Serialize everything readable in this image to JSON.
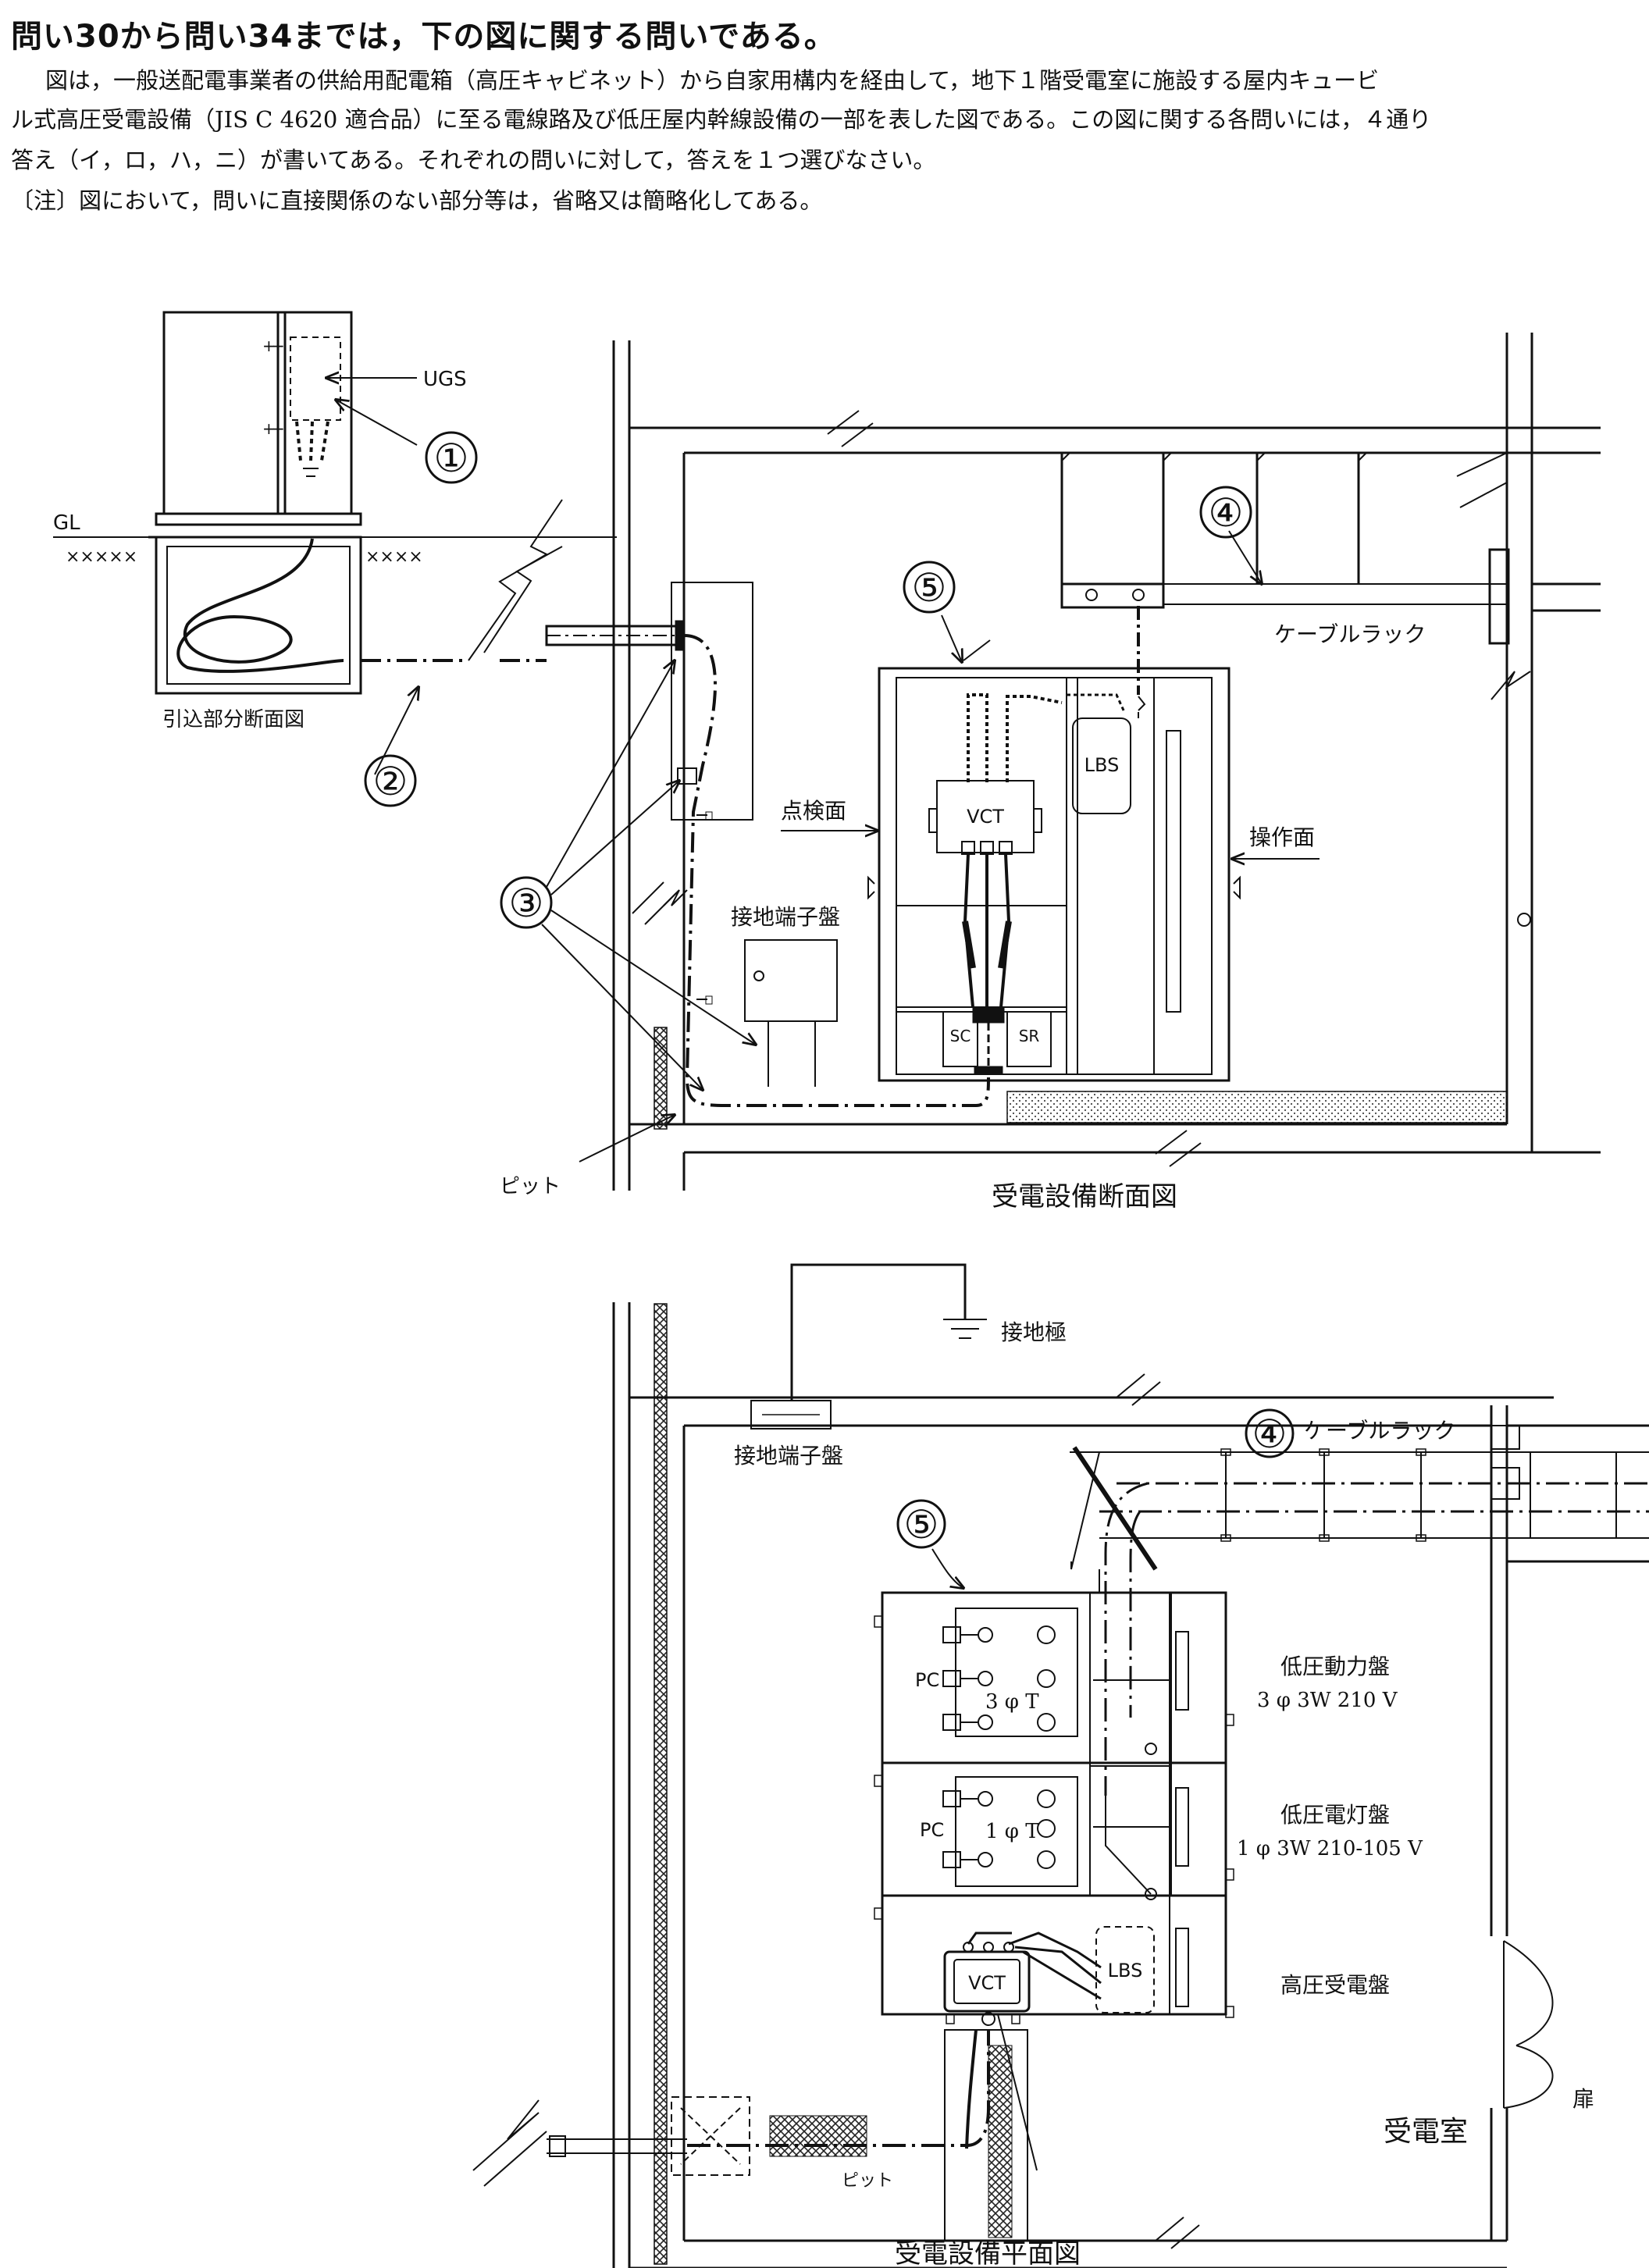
{
  "header": {
    "heading": "問い30から問い34までは，下の図に関する問いである。",
    "para1": "図は，一般送配電事業者の供給用配電箱（高圧キャビネット）から自家用構内を経由して，地下１階受電室に施設する屋内キュービ",
    "para2": "ル式高圧受電設備（JIS  C  4620 適合品）に至る電線路及び低圧屋内幹線設備の一部を表した図である。この図に関する各問いには，４通り",
    "para3": "答え（イ，ロ，ハ，ニ）が書いてある。それぞれの問いに対して，答えを１つ選びなさい。",
    "para4": "〔注〕図において，問いに直接関係のない部分等は，省略又は簡略化してある。"
  },
  "section_view": {
    "caption": "受電設備断面図",
    "ugs": "UGS",
    "gl": "GL",
    "intake_caption": "引込部分断面図",
    "cable_rack": "ケーブルラック",
    "inspection_side": "点検面",
    "operation_side": "操作面",
    "ground_panel": "接地端子盤",
    "pit": "ピット",
    "vct": "VCT",
    "lbs": "LBS",
    "sc": "SC",
    "sr": "SR",
    "markers": [
      "①",
      "②",
      "③",
      "④",
      "⑤"
    ]
  },
  "plan_view": {
    "caption": "受電設備平面図",
    "ground_electrode": "接地極",
    "ground_panel": "接地端子盤",
    "cable_rack": "ケーブルラック",
    "marker4": "④",
    "marker5": "⑤",
    "power_panel": "低圧動力盤",
    "power_panel_spec": "3 φ 3W 210 V",
    "lighting_panel": "低圧電灯盤",
    "lighting_panel_spec": "1 φ 3W 210-105 V",
    "hv_panel": "高圧受電盤",
    "pc1": "PC",
    "pc2": "PC",
    "t3": "3 φ T",
    "t1": "1 φ T",
    "vct": "VCT",
    "lbs": "LBS",
    "pit": "ピット",
    "room": "受電室",
    "door": "扉"
  }
}
